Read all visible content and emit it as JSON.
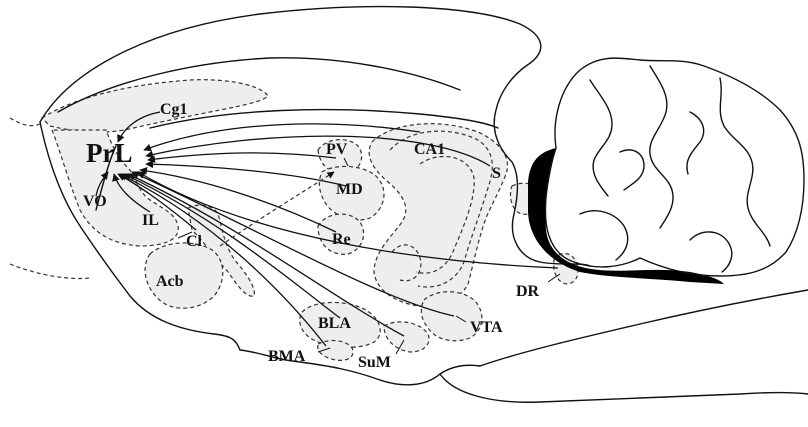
{
  "colors": {
    "region_fill": "#eeeeee",
    "outline": "#111111",
    "ventricle": "#000000",
    "background": "#ffffff"
  },
  "labels": {
    "prl": "PrL",
    "cg1": "Cg1",
    "vo": "VO",
    "il": "IL",
    "cl": "Cl",
    "acb": "Acb",
    "pv": "PV",
    "md": "MD",
    "re": "Re",
    "ca1": "CA1",
    "s": "S",
    "dr": "DR",
    "bla": "BLA",
    "bma": "BMA",
    "sum": "SuM",
    "vta": "VTA"
  },
  "projections_to": "PrL",
  "projection_sources": [
    "Cg1",
    "VO",
    "IL",
    "Cl",
    "PV",
    "MD",
    "Re",
    "CA1",
    "S",
    "DR",
    "BLA",
    "BMA",
    "SuM",
    "VTA"
  ]
}
